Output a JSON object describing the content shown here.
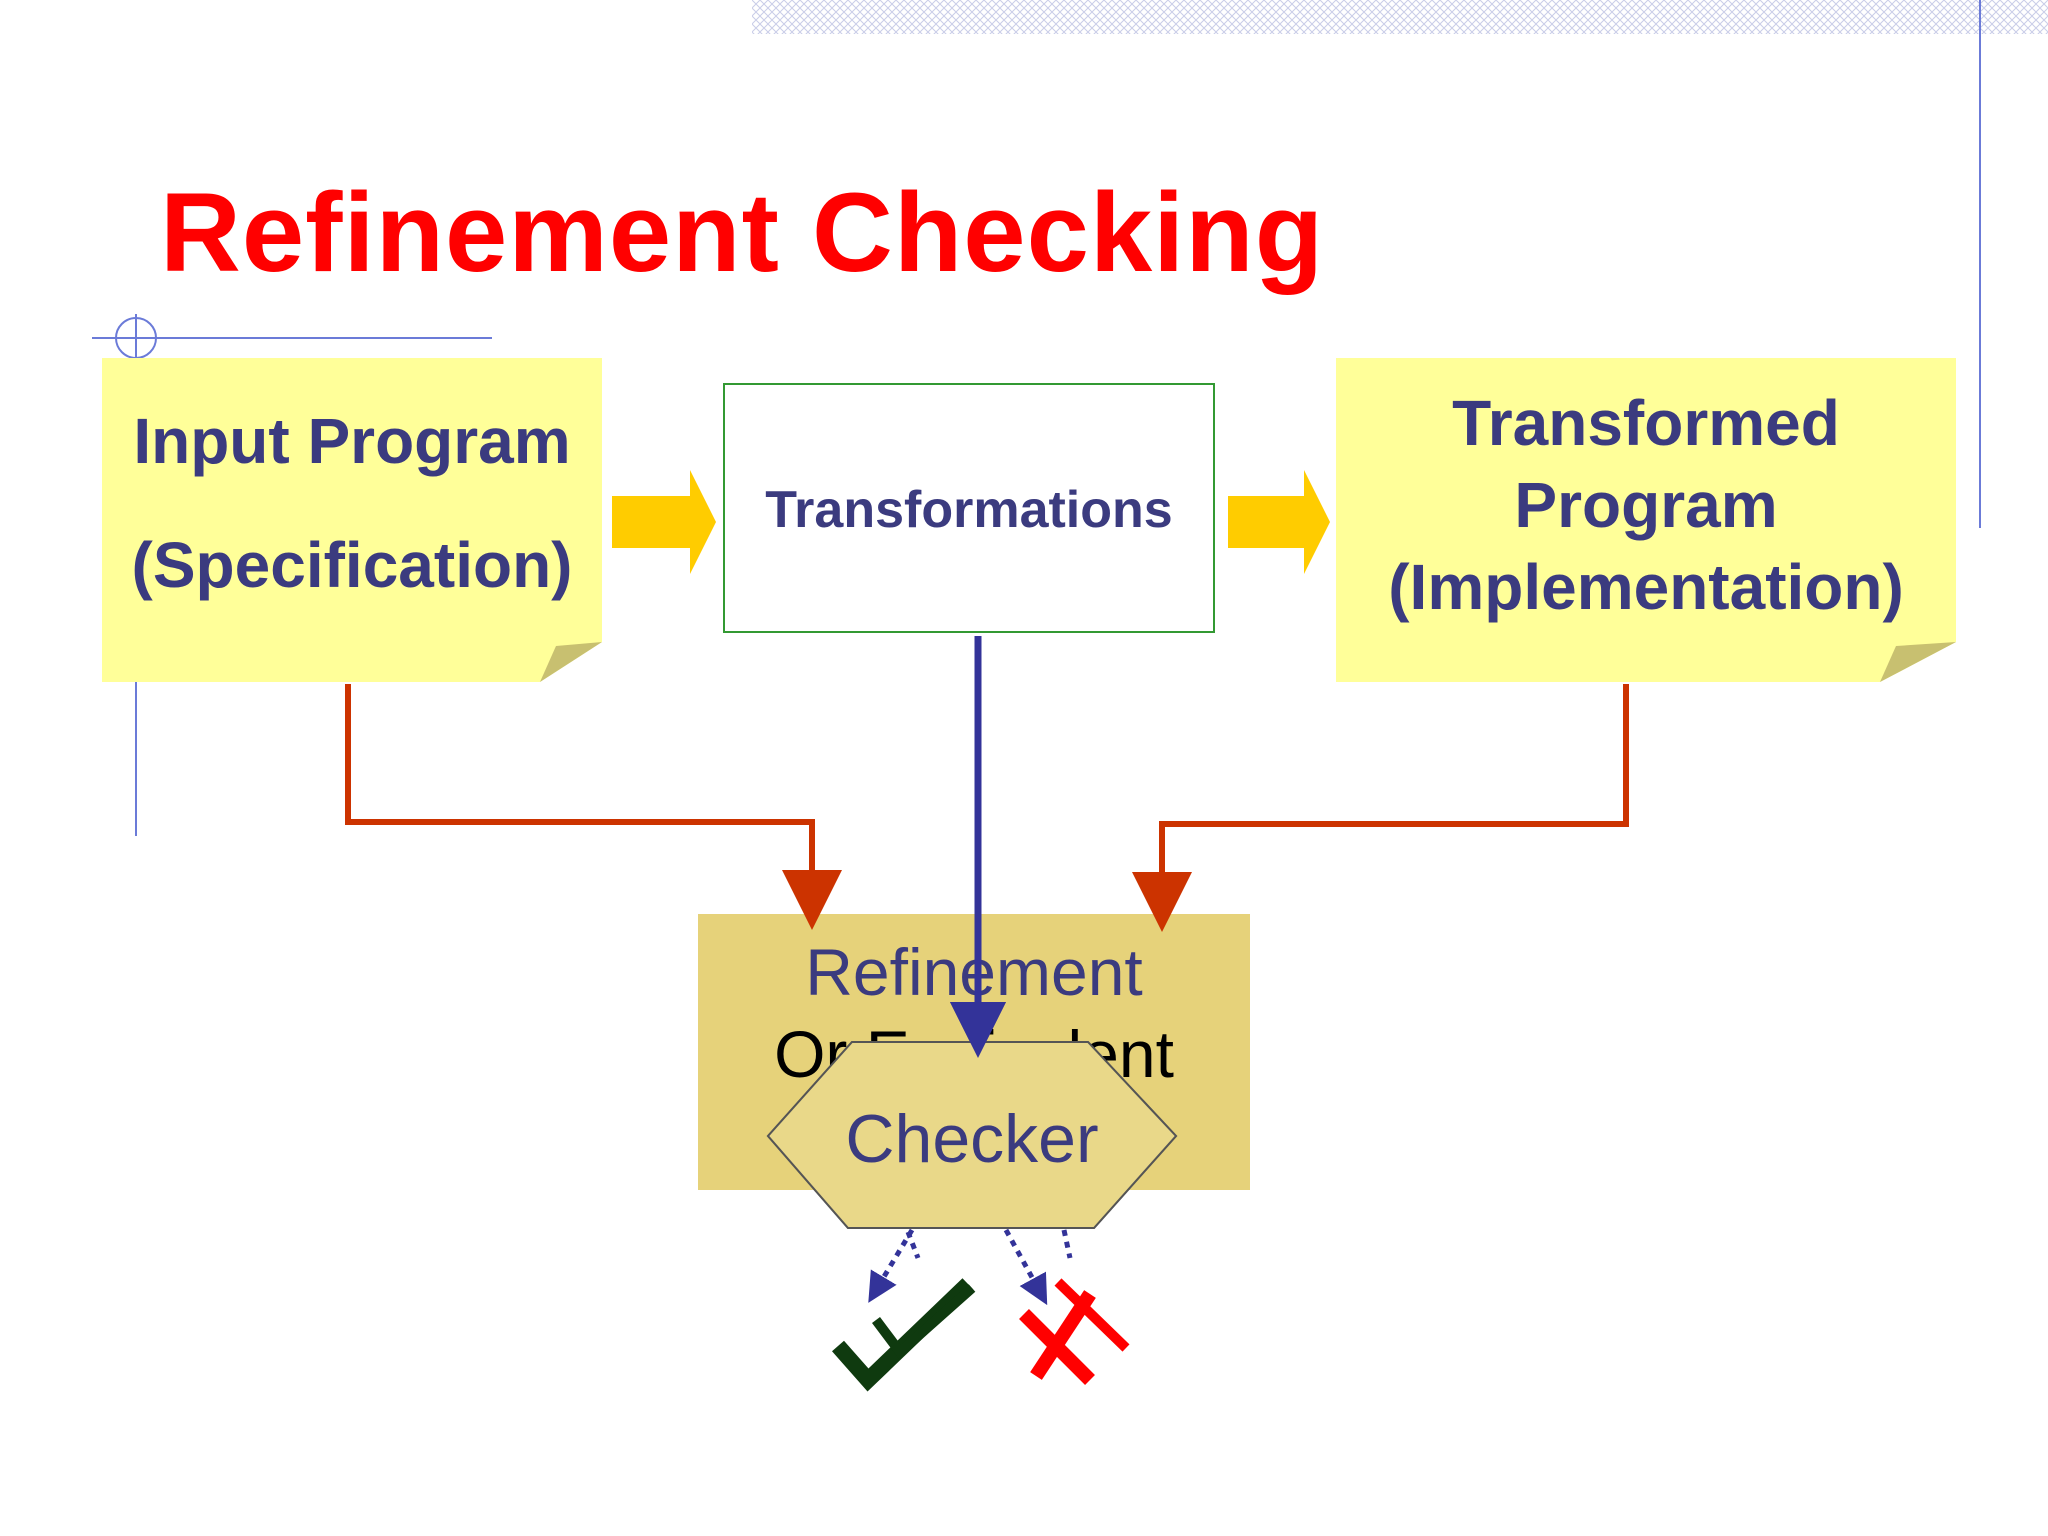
{
  "slide": {
    "title": "Refinement Checking",
    "title_color": "#ff0000",
    "text_color": "#3b3b7f"
  },
  "input_program": {
    "line1": "Input Program",
    "line2": "(Specification)",
    "fill": "#ffff99"
  },
  "transformations": {
    "label": "Transformations",
    "border": "#339933"
  },
  "transformed_program": {
    "line1": "Transformed",
    "line2": "Program",
    "line3": "(Implementation)",
    "fill": "#ffff99"
  },
  "refinement_box": {
    "line1": "Refinement",
    "line2": "Or Equivalent",
    "fill": "#e6d27a"
  },
  "checker": {
    "label": "Checker",
    "fill": "#e9d889"
  },
  "results": {
    "pass_icon": "check-mark-icon",
    "fail_icon": "cross-mark-icon",
    "pass_color": "#0f3a0f",
    "fail_color": "#ff0000"
  },
  "connectors": {
    "red": "#cc3300",
    "blue": "#333399",
    "yellow_arrow": "#ffcc00"
  }
}
